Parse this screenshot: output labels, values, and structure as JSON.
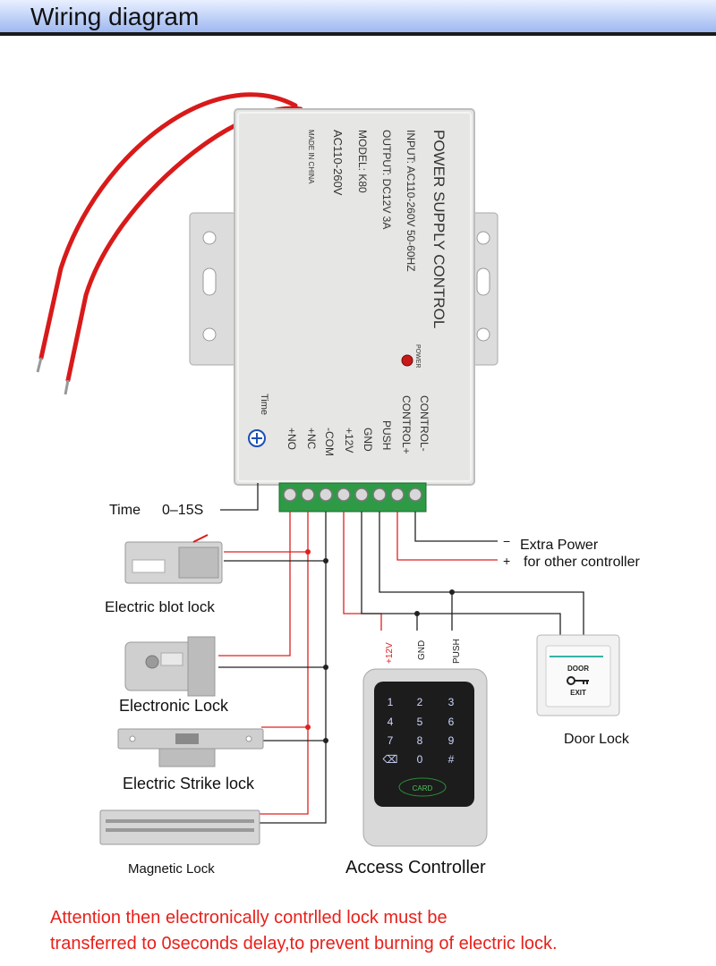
{
  "header": {
    "title": "Wiring diagram"
  },
  "power_supply": {
    "title": "POWER SUPPLY CONTROL",
    "input": "INPUT: AC110-260V 50-60HZ",
    "output": "OUTPUT: DC12V 3A",
    "model": "MODEL: K80",
    "voltage": "AC110-260V",
    "made_in": "MADE IN CHINA",
    "power_label": "POWER",
    "time_label": "Time",
    "terminals": [
      "CONTROL-",
      "CONTROL+",
      "PUSH",
      "GND",
      "+12V",
      "-COM",
      "+NC",
      "+NO"
    ]
  },
  "labels": {
    "time_range_a": "Time",
    "time_range_b": "0–15S",
    "minus": "−",
    "plus": "+",
    "extra_power_1": "Extra Power",
    "extra_power_2": "for other controller",
    "wire_12v": "+12V",
    "wire_gnd": "GND",
    "wire_push": "PUSH"
  },
  "devices": {
    "bolt_lock": "Electric blot lock",
    "electronic_lock": "Electronic Lock",
    "strike_lock": "Electric Strike lock",
    "magnetic_lock": "Magnetic Lock",
    "access_controller": "Access Controller",
    "door_lock": "Door Lock"
  },
  "keypad": {
    "keys": [
      "1",
      "2",
      "3",
      "4",
      "5",
      "6",
      "7",
      "8",
      "9",
      "⌫",
      "0",
      "#"
    ],
    "card": "CARD"
  },
  "exit_button": {
    "top": "DOOR",
    "bottom": "EXIT"
  },
  "attention": {
    "line1": "Attention then electronically contrlled lock must be",
    "line2": "transferred to 0seconds delay,to prevent burning of electric lock."
  },
  "colors": {
    "accent": "#e02020",
    "wire": "#222222",
    "attention": "#e8201a",
    "header_bar": "#9fb8f0"
  }
}
